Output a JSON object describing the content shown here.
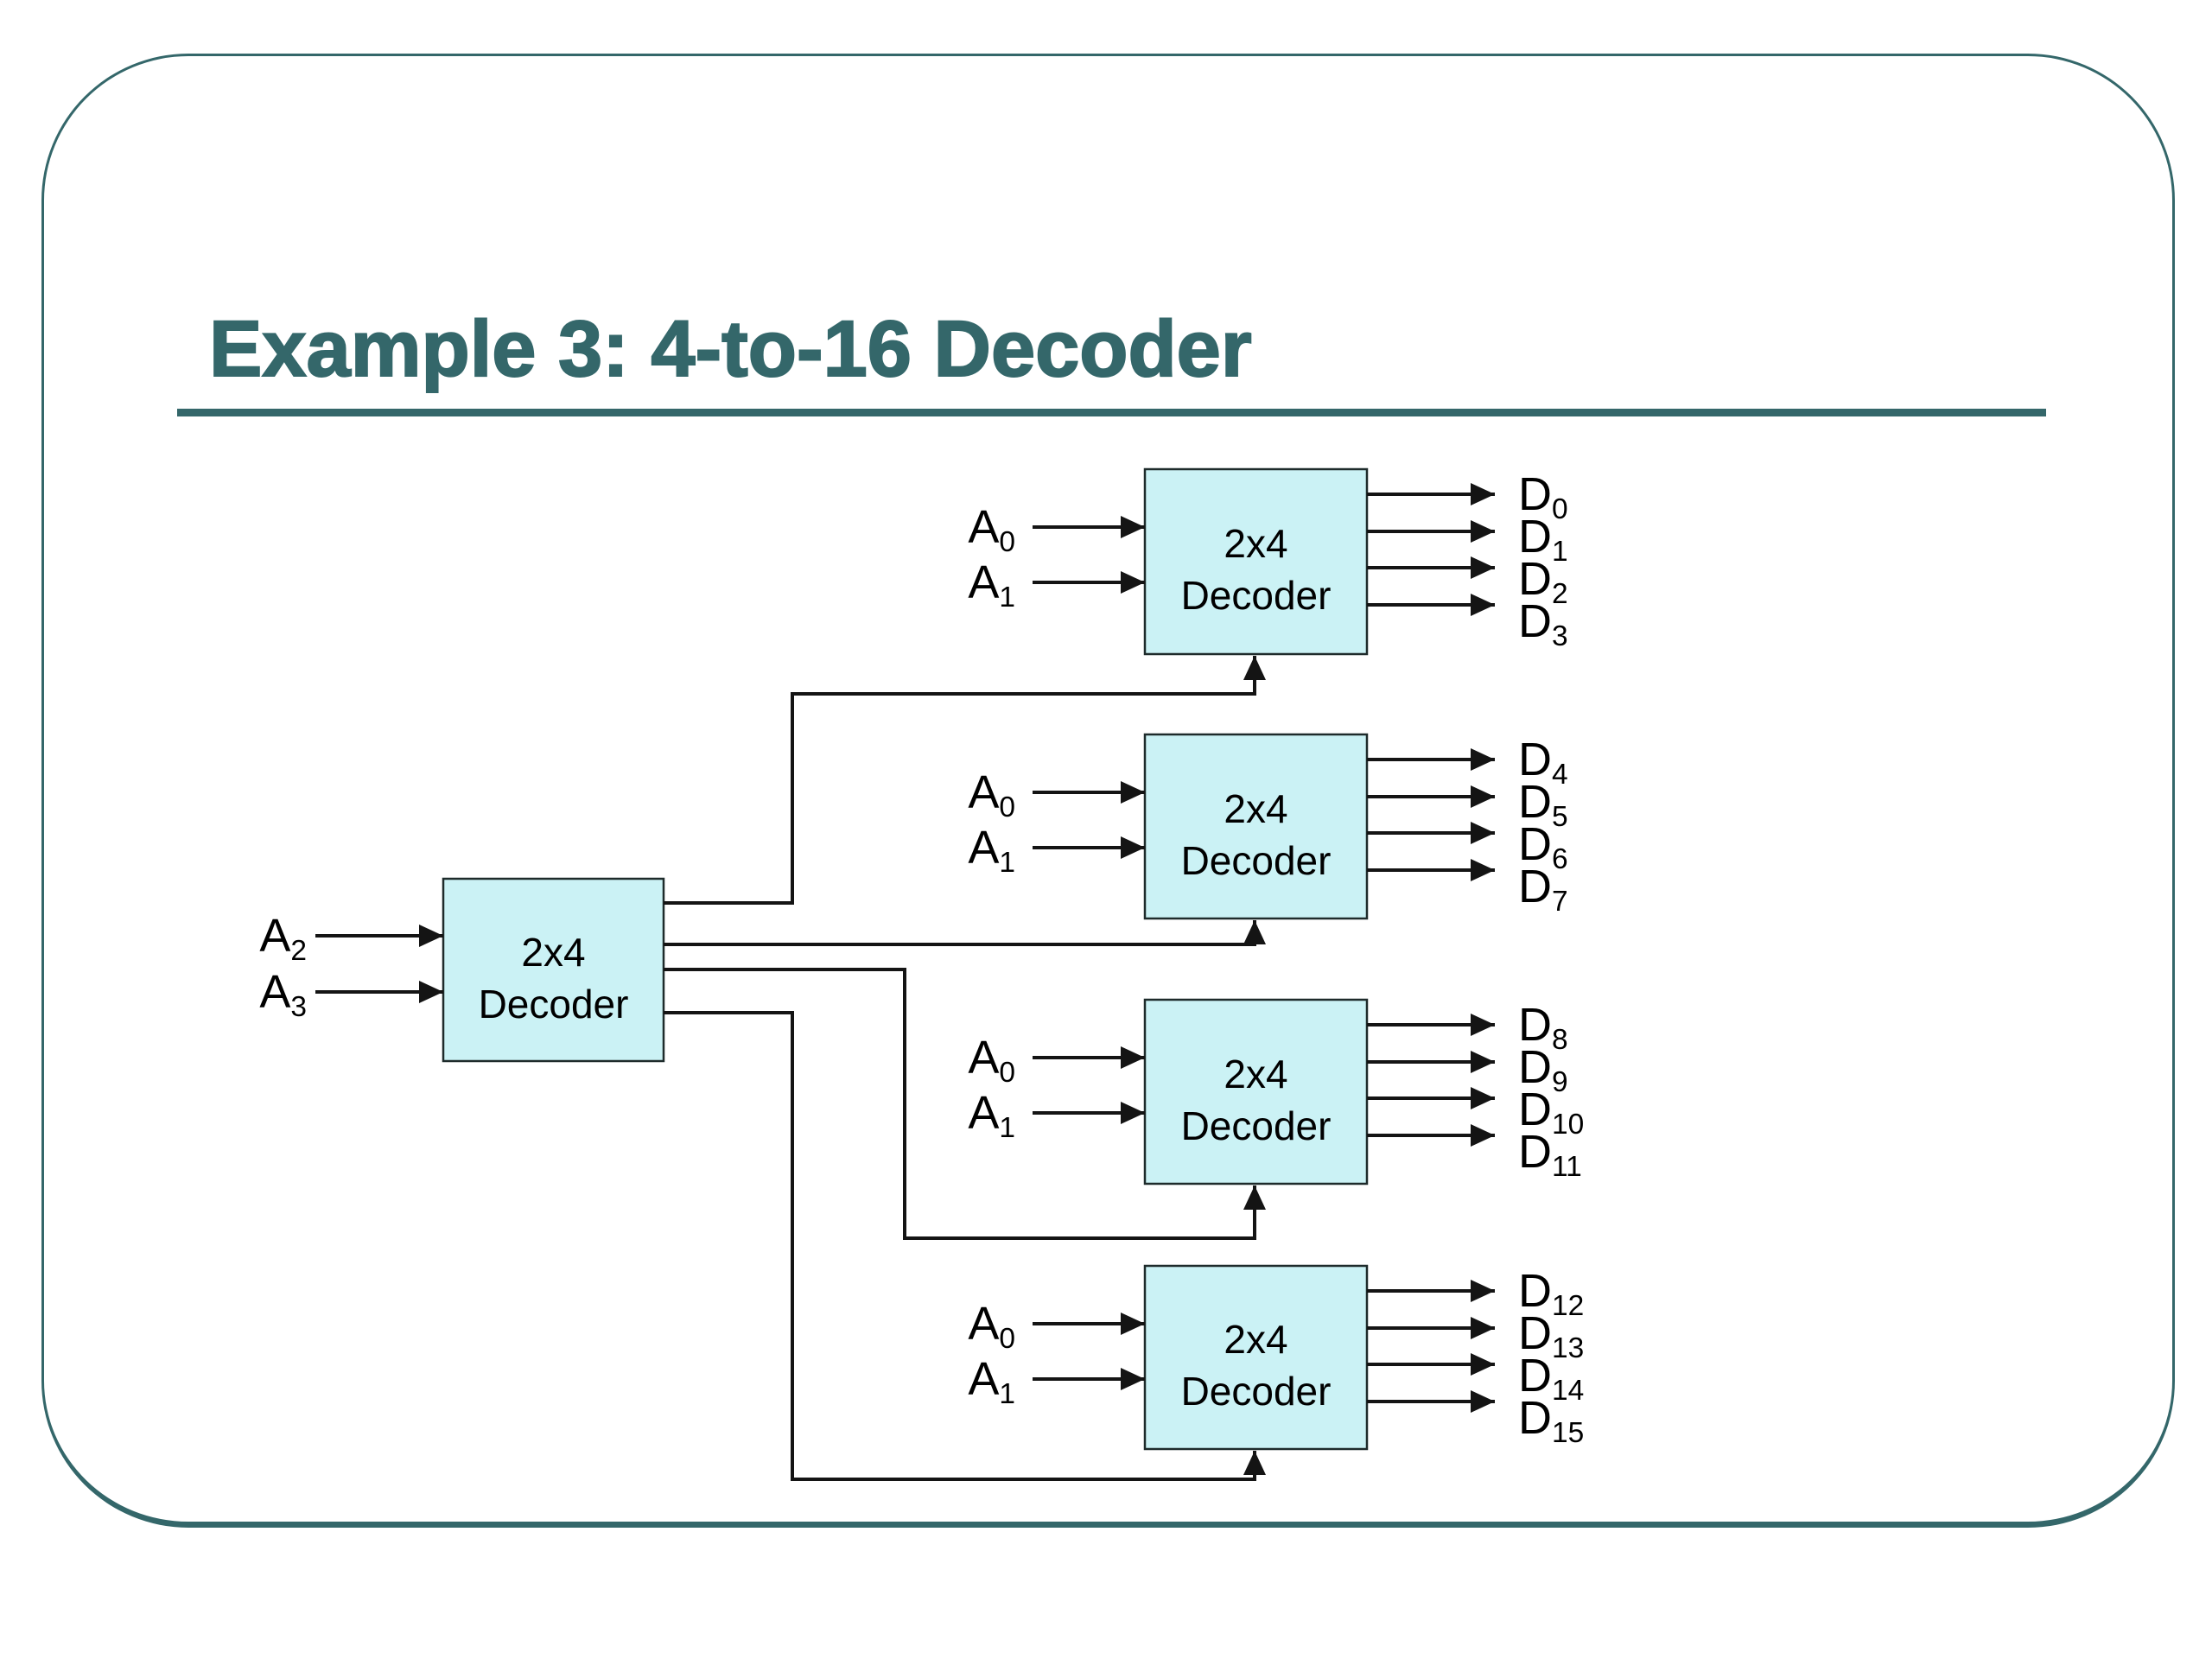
{
  "slide": {
    "title": "Example 3: 4-to-16 Decoder"
  },
  "colors": {
    "accent": "#34676a",
    "wire": "#141414",
    "block_fill": "#cbf2f5",
    "block_stroke": "#1e2b2b",
    "text": "#000000"
  },
  "diagram": {
    "block_label": {
      "line1": "2x4",
      "line2": "Decoder"
    },
    "main_decoder": {
      "inputs": [
        {
          "base": "A",
          "sub": "2"
        },
        {
          "base": "A",
          "sub": "3"
        }
      ]
    },
    "decoders": [
      {
        "inputs": [
          {
            "base": "A",
            "sub": "0"
          },
          {
            "base": "A",
            "sub": "1"
          }
        ],
        "outputs": [
          {
            "base": "D",
            "sub": "0"
          },
          {
            "base": "D",
            "sub": "1"
          },
          {
            "base": "D",
            "sub": "2"
          },
          {
            "base": "D",
            "sub": "3"
          }
        ]
      },
      {
        "inputs": [
          {
            "base": "A",
            "sub": "0"
          },
          {
            "base": "A",
            "sub": "1"
          }
        ],
        "outputs": [
          {
            "base": "D",
            "sub": "4"
          },
          {
            "base": "D",
            "sub": "5"
          },
          {
            "base": "D",
            "sub": "6"
          },
          {
            "base": "D",
            "sub": "7"
          }
        ]
      },
      {
        "inputs": [
          {
            "base": "A",
            "sub": "0"
          },
          {
            "base": "A",
            "sub": "1"
          }
        ],
        "outputs": [
          {
            "base": "D",
            "sub": "8"
          },
          {
            "base": "D",
            "sub": "9"
          },
          {
            "base": "D",
            "sub": "10"
          },
          {
            "base": "D",
            "sub": "11"
          }
        ]
      },
      {
        "inputs": [
          {
            "base": "A",
            "sub": "0"
          },
          {
            "base": "A",
            "sub": "1"
          }
        ],
        "outputs": [
          {
            "base": "D",
            "sub": "12"
          },
          {
            "base": "D",
            "sub": "13"
          },
          {
            "base": "D",
            "sub": "14"
          },
          {
            "base": "D",
            "sub": "15"
          }
        ]
      }
    ]
  }
}
